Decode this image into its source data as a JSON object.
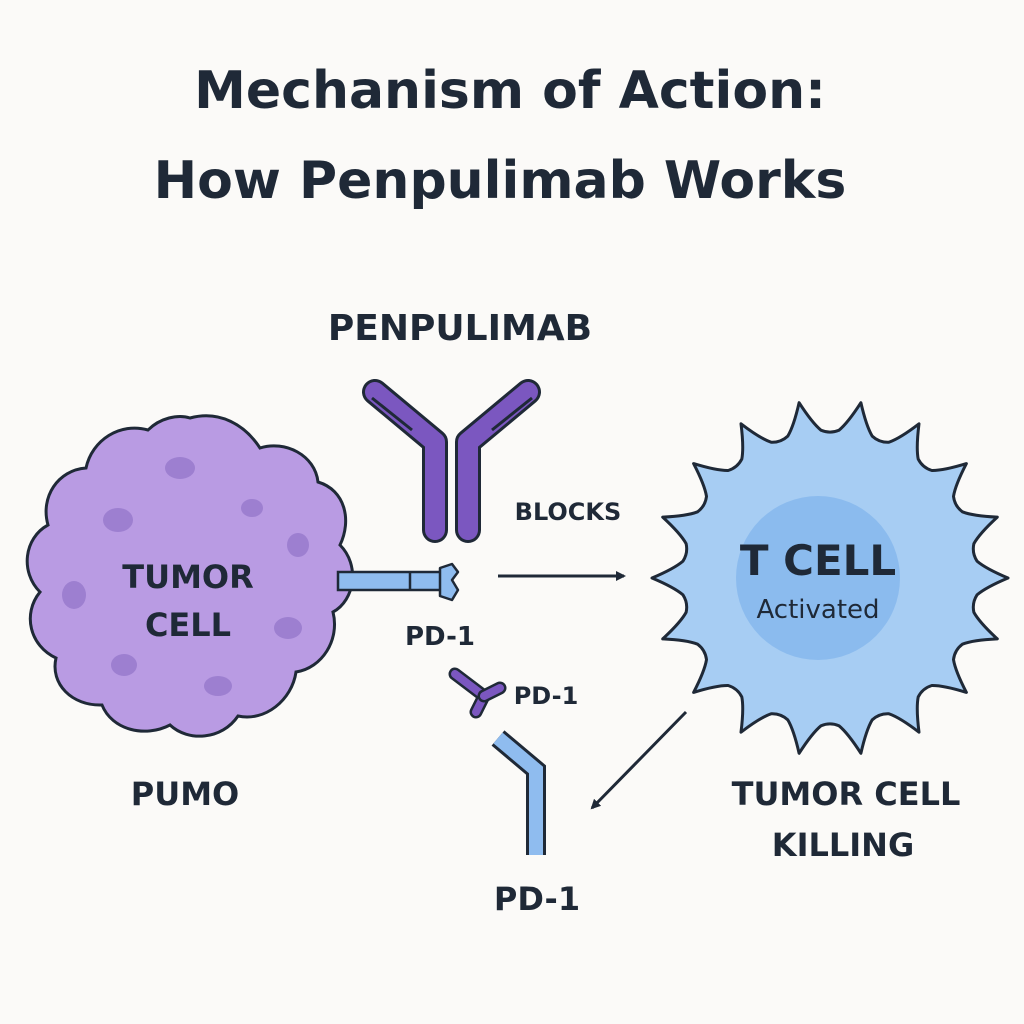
{
  "title": {
    "line1": "Mechanism of Action:",
    "line2": "How Penpulimab Works"
  },
  "antibody": {
    "label": "PENPULIMAB",
    "action_label": "BLOCKS"
  },
  "tumor_cell": {
    "label_line1": "TUMOR",
    "label_line2": "CELL",
    "caption": "PUMO"
  },
  "t_cell": {
    "label": "T CELL",
    "status": "Activated"
  },
  "receptors": {
    "pd1_upper": "PD-1",
    "pd1_middle": "PD-1",
    "pd1_lower": "PD-1"
  },
  "outcome": {
    "line1": "TUMOR CELL",
    "line2": "KILLING"
  },
  "colors": {
    "background": "#fbfaf8",
    "tumor_fill": "#b99be3",
    "tumor_spots": "#9d7fd0",
    "antibody": "#7b57c0",
    "t_cell_fill": "#a7cdf3",
    "t_cell_nucleus": "#8bbbee",
    "receptor": "#8fbcef",
    "outline": "#1f2937"
  }
}
